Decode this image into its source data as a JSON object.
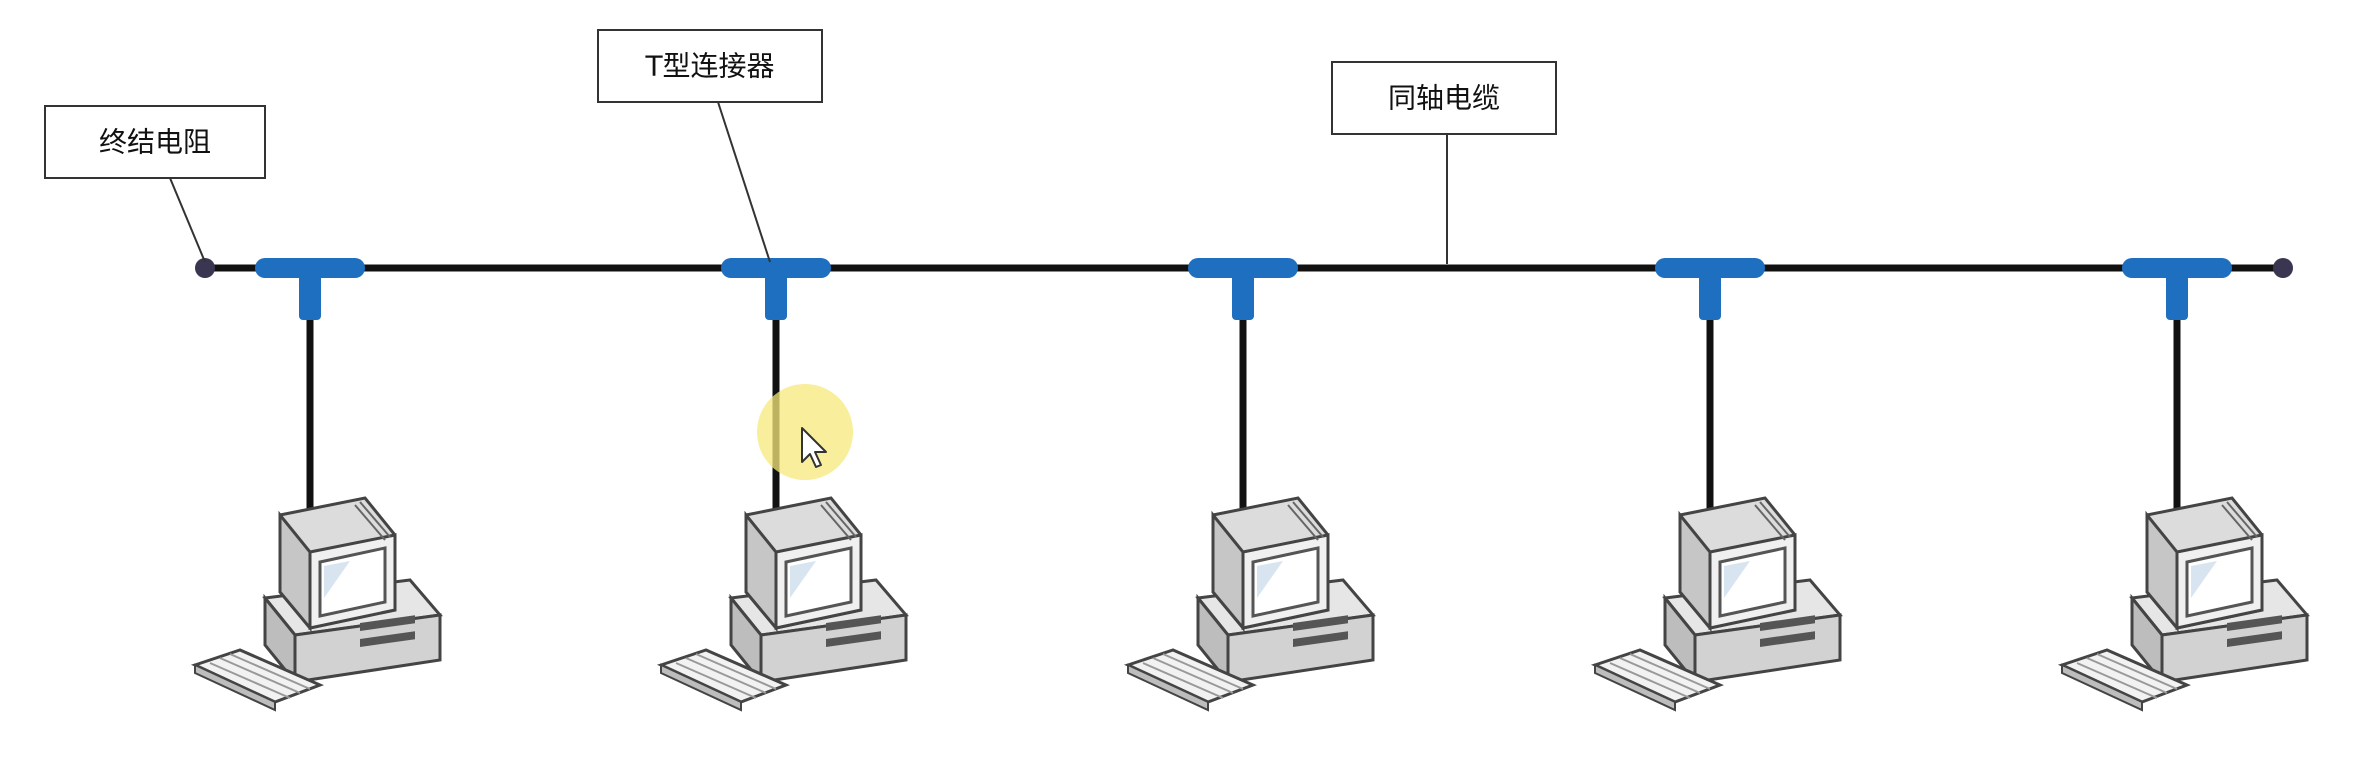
{
  "labels": {
    "terminator": "终结电阻",
    "t_connector": "T型连接器",
    "coax_cable": "同轴电缆"
  },
  "colors": {
    "connector": "#1f6fc0",
    "cable": "#111111",
    "terminator": "#3a3550",
    "cursor_highlight": "#f5e87a"
  },
  "nodes": [
    {
      "icon": "desktop-computer-icon"
    },
    {
      "icon": "desktop-computer-icon"
    },
    {
      "icon": "desktop-computer-icon"
    },
    {
      "icon": "desktop-computer-icon"
    },
    {
      "icon": "desktop-computer-icon"
    }
  ]
}
